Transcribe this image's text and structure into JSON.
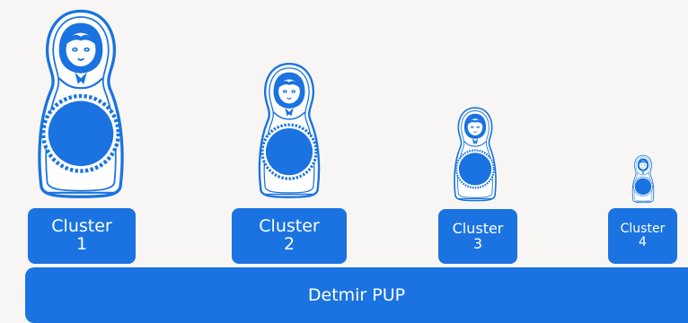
{
  "colors": {
    "accent": "#1a73e0",
    "background": "#f7f6f4",
    "text_on_accent": "#ffffff"
  },
  "dolls": [
    {
      "icon": "matryoshka-doll-icon",
      "cluster_label": "Cluster",
      "cluster_number": "1"
    },
    {
      "icon": "matryoshka-doll-icon",
      "cluster_label": "Cluster",
      "cluster_number": "2"
    },
    {
      "icon": "matryoshka-doll-icon",
      "cluster_label": "Cluster",
      "cluster_number": "3"
    },
    {
      "icon": "matryoshka-doll-icon",
      "cluster_label": "Cluster",
      "cluster_number": "4"
    }
  ],
  "base_label": "Detmir PUP"
}
